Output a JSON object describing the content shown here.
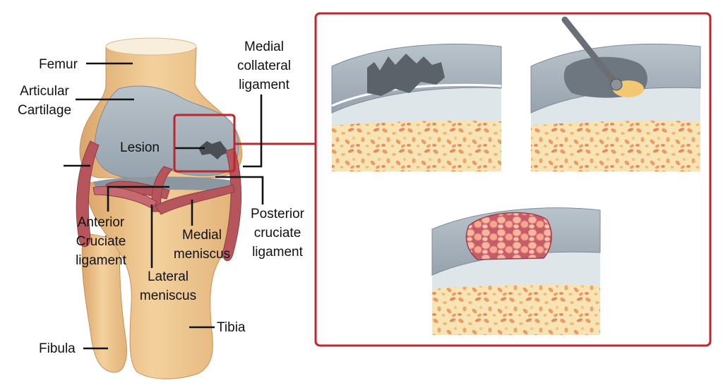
{
  "labels": {
    "femur": "Femur",
    "articular_cartilage_1": "Articular",
    "articular_cartilage_2": "Cartilage",
    "lesion": "Lesion",
    "medial_collateral_1": "Medial",
    "medial_collateral_2": "collateral",
    "medial_collateral_3": "ligament",
    "posterior_cruciate_1": "Posterior",
    "posterior_cruciate_2": "cruciate",
    "posterior_cruciate_3": "ligament",
    "anterior_cruciate_1": "Anterior",
    "anterior_cruciate_2": "Cruciate",
    "anterior_cruciate_3": "ligament",
    "medial_meniscus_1": "Medial",
    "medial_meniscus_2": "meniscus",
    "lateral_meniscus_1": "Lateral",
    "lateral_meniscus_2": "meniscus",
    "tibia": "Tibia",
    "fibula": "Fibula"
  },
  "colors": {
    "bone": "#efcb94",
    "bone_shadow": "#d9a86c",
    "cartilage": "#a7b3bc",
    "ligament": "#b7555c",
    "highlight_frame": "#c0242c",
    "marrow": "#f7e3b4",
    "marrow_dots": "#ec9b62",
    "graft": "#f4a38f"
  }
}
